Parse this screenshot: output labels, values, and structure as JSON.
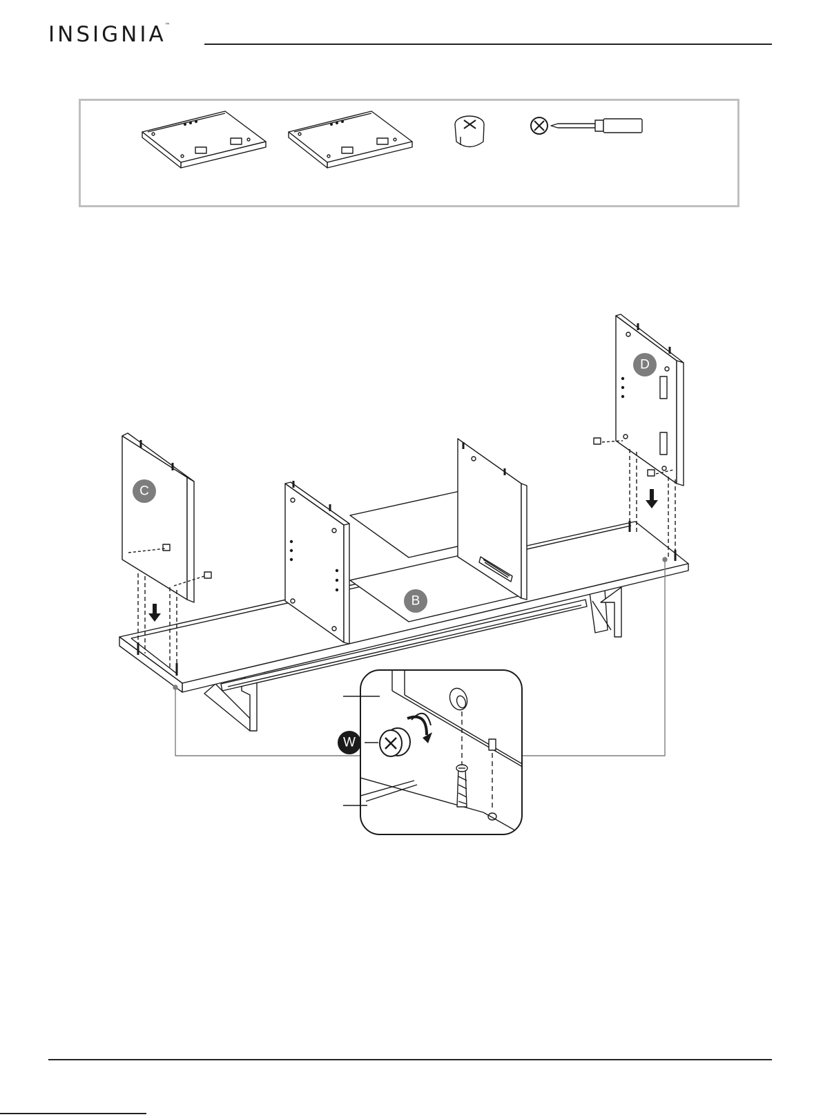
{
  "header": {
    "brand": "INSIGNIA",
    "trademark": "™"
  },
  "parts_box": {
    "items": [
      {
        "icon": "panel-board-icon"
      },
      {
        "icon": "panel-board-icon"
      },
      {
        "icon": "cam-lock-icon"
      },
      {
        "icon": "phillips-screwdriver-icon"
      }
    ]
  },
  "diagram": {
    "callouts": {
      "side_panel_left": "C",
      "side_panel_right": "D",
      "base_panel": "B",
      "cam_lock": "W"
    }
  },
  "colors": {
    "line": "#1a1a1a",
    "callout_fill": "#7d7d7d",
    "callout_dark": "#1a1a1a",
    "box_border": "#bfbfbf"
  }
}
